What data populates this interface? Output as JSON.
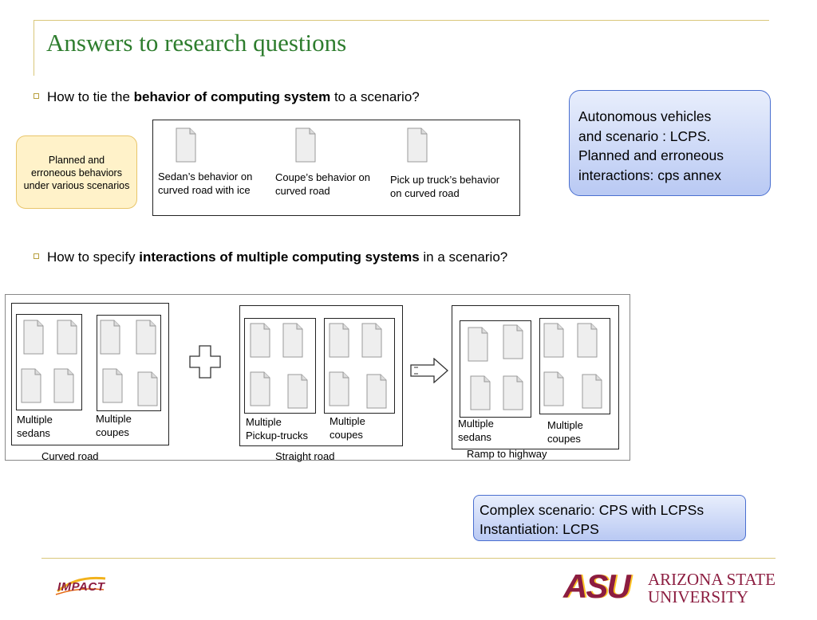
{
  "slide": {
    "title": "Answers to research questions"
  },
  "q1": {
    "pre": "How to tie the ",
    "bold": "behavior of computing system",
    "post": " to a scenario?"
  },
  "q2": {
    "pre": "How to specify ",
    "bold": "interactions of multiple computing systems",
    "post": " in a scenario?"
  },
  "planned_box": {
    "line1": "Planned and",
    "line2": "erroneous behaviors",
    "line3": "under various scenarios"
  },
  "behaviors": [
    {
      "line1": "Sedan’s behavior on",
      "line2": "curved road with ice"
    },
    {
      "line1": "Coupe’s behavior on",
      "line2": "curved road"
    },
    {
      "line1": "Pick up truck’s  behavior",
      "line2": "on curved road"
    }
  ],
  "autonomous_callout": {
    "line1": "Autonomous vehicles",
    "line2": "and scenario :  LCPS.",
    "line3": "Planned and erroneous",
    "line4": "interactions:     cps annex"
  },
  "groups": [
    {
      "road": "Curved road",
      "left": {
        "line1": "Multiple",
        "line2": "sedans"
      },
      "right": {
        "line1": "Multiple",
        "line2": "coupes"
      }
    },
    {
      "road": "Straight road",
      "left": {
        "line1": "Multiple",
        "line2": "Pickup-trucks"
      },
      "right": {
        "line1": "Multiple",
        "line2": "coupes"
      }
    },
    {
      "road": "Ramp to highway",
      "left": {
        "line1": "Multiple",
        "line2": "sedans"
      },
      "right": {
        "line1": "Multiple",
        "line2": "coupes"
      }
    }
  ],
  "complex_callout": {
    "line1": "Complex scenario: CPS with LCPSs",
    "line2": "Instantiation: LCPS"
  },
  "footer": {
    "impact_logo": "IMPACT",
    "asu_mark": "ASU",
    "asu_line1": "ARIZONA STATE",
    "asu_line2": "UNIVERSITY"
  },
  "colors": {
    "title": "#2e7d2e",
    "rule": "#d9c77a",
    "asu_maroon": "#8c1d40",
    "asu_gold": "#ffc627"
  }
}
